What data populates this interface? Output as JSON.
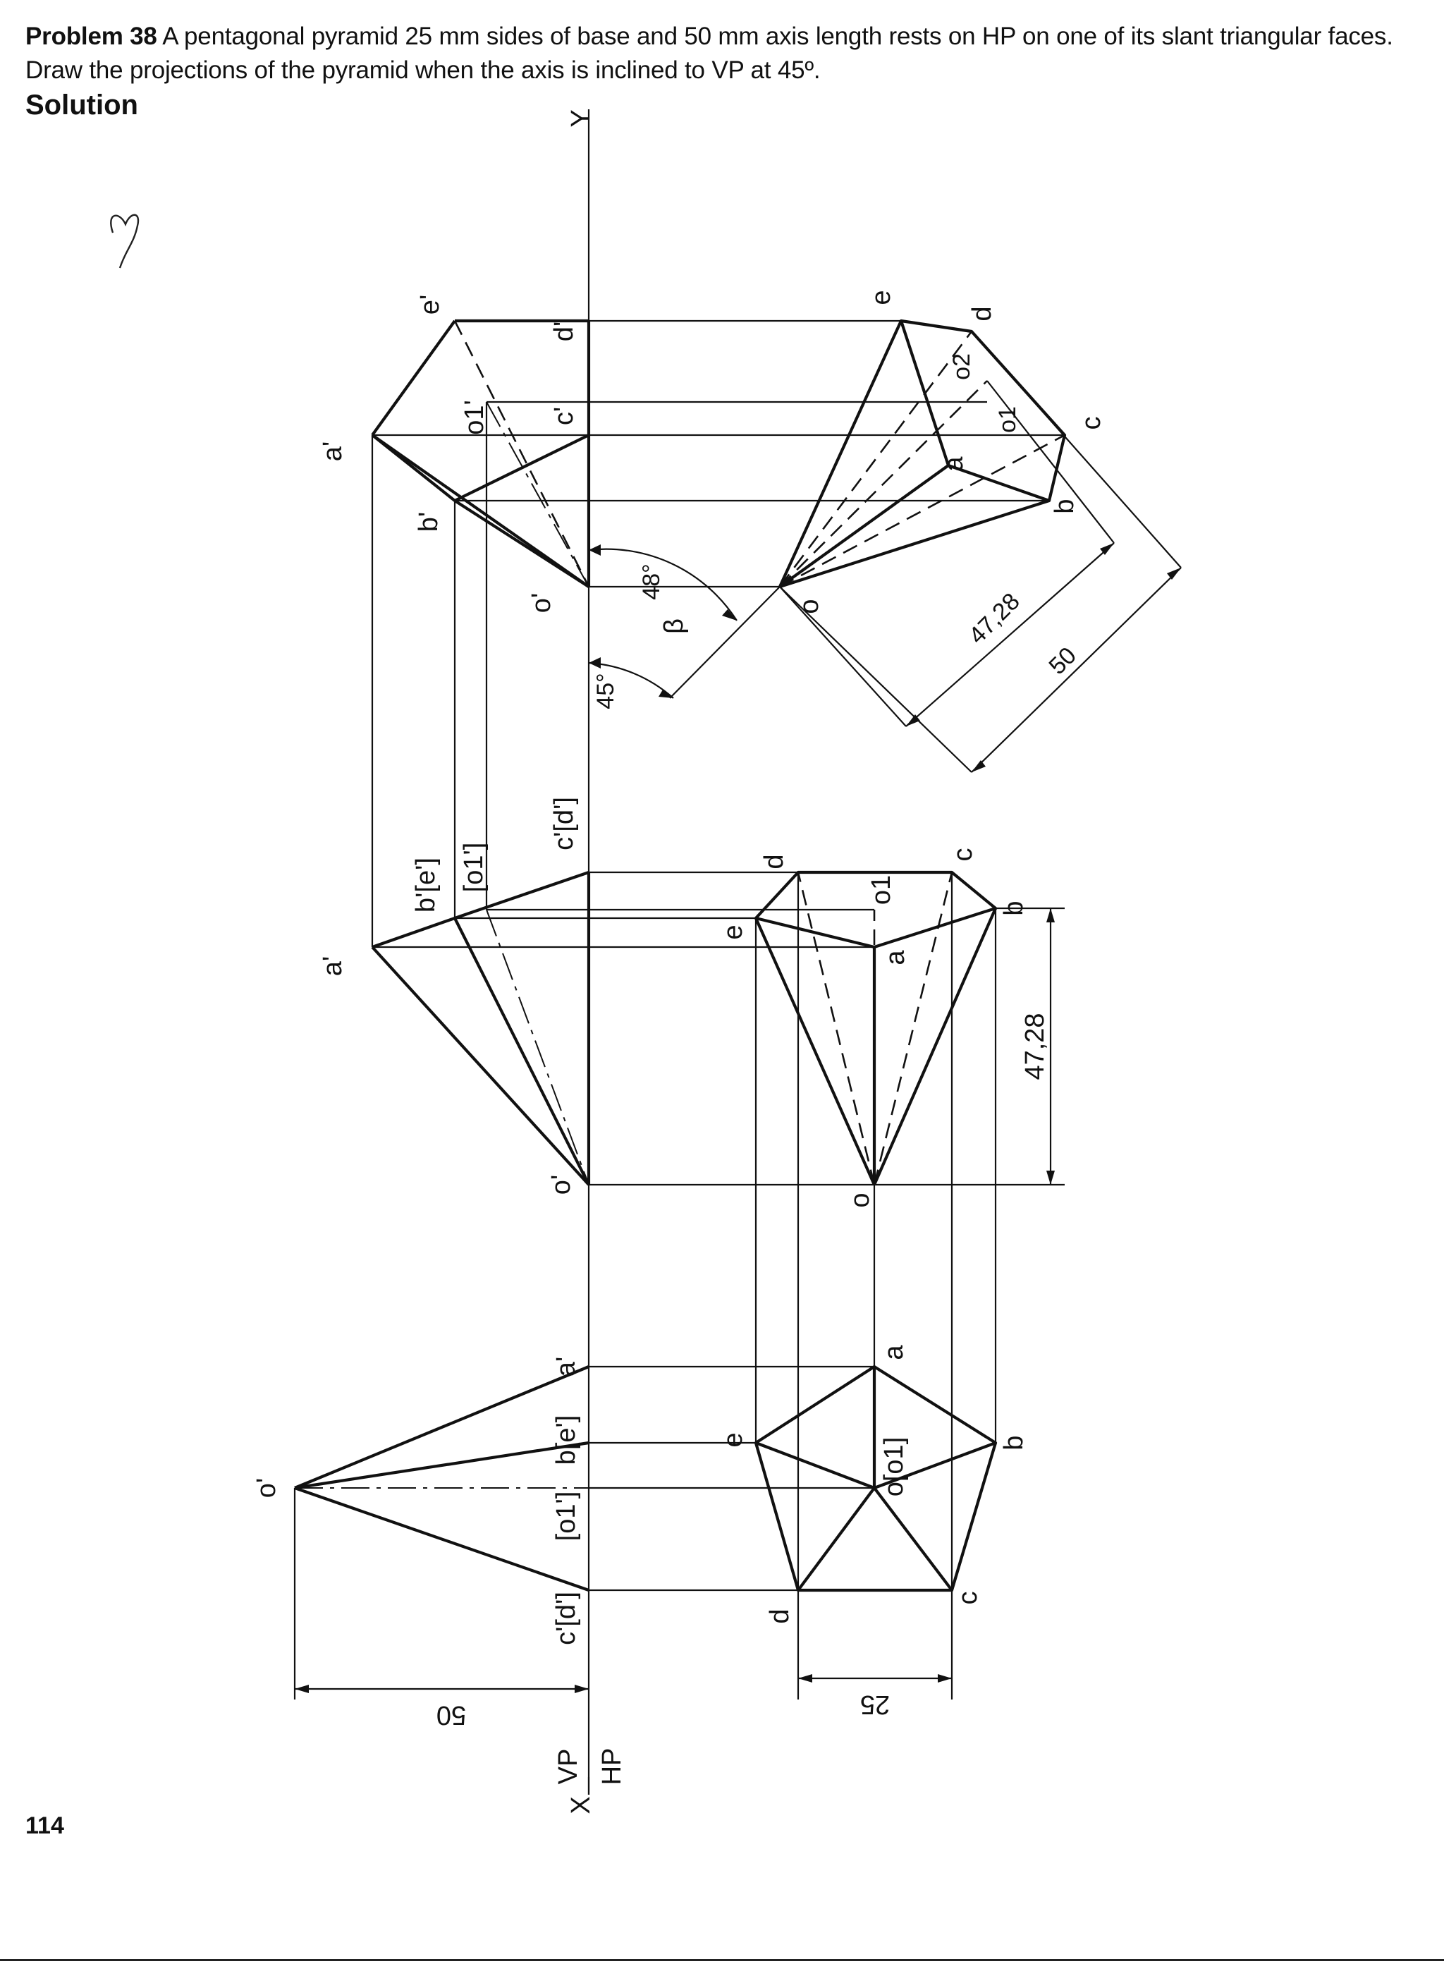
{
  "header": {
    "problem_label": "Problem 38",
    "problem_text": "A pentagonal pyramid 25 mm sides of base and 50 mm axis length rests on HP on one of its slant triangular faces. Draw the projections of the pyramid when the axis is inclined to VP at 45º.",
    "solution_label": "Solution"
  },
  "page_number": "114",
  "reference_line": {
    "x_label": "X",
    "y_label": "Y",
    "vp_label": "VP",
    "hp_label": "HP"
  },
  "view1": {
    "front_labels": {
      "apex": "o'",
      "a": "a'",
      "b_e": "b[e']",
      "o1": "[o1']",
      "c_d": "c'[d']"
    },
    "top_labels": {
      "a": "a",
      "b": "b",
      "c": "c",
      "d": "d",
      "e": "e",
      "o_o1": "o[o1]"
    },
    "dimensions": {
      "height": "50",
      "side": "25"
    }
  },
  "view2": {
    "front_labels": {
      "apex": "o'",
      "a": "a'",
      "b_e": "b'[e']",
      "o1": "[o1']",
      "c_d": "c'[d']"
    },
    "top_labels": {
      "o": "o",
      "a": "a",
      "b": "b",
      "c": "c",
      "d": "d",
      "e": "e",
      "o1": "o1"
    },
    "dimensions": {
      "length": "47,28"
    }
  },
  "view3": {
    "front_labels": {
      "apex": "o'",
      "a": "a'",
      "b": "b'",
      "c": "c'",
      "d": "d'",
      "e": "e'",
      "o1": "o1'"
    },
    "top_labels": {
      "o": "o",
      "a": "a",
      "b": "b",
      "c": "c",
      "d": "d",
      "e": "e",
      "o1": "o1",
      "o2": "o2"
    },
    "dimensions": {
      "projected_length": "47,28",
      "axis_length": "50"
    },
    "angles": {
      "beta_symbol": "β",
      "beta_value": "48°",
      "vp_inclination": "45°"
    }
  }
}
